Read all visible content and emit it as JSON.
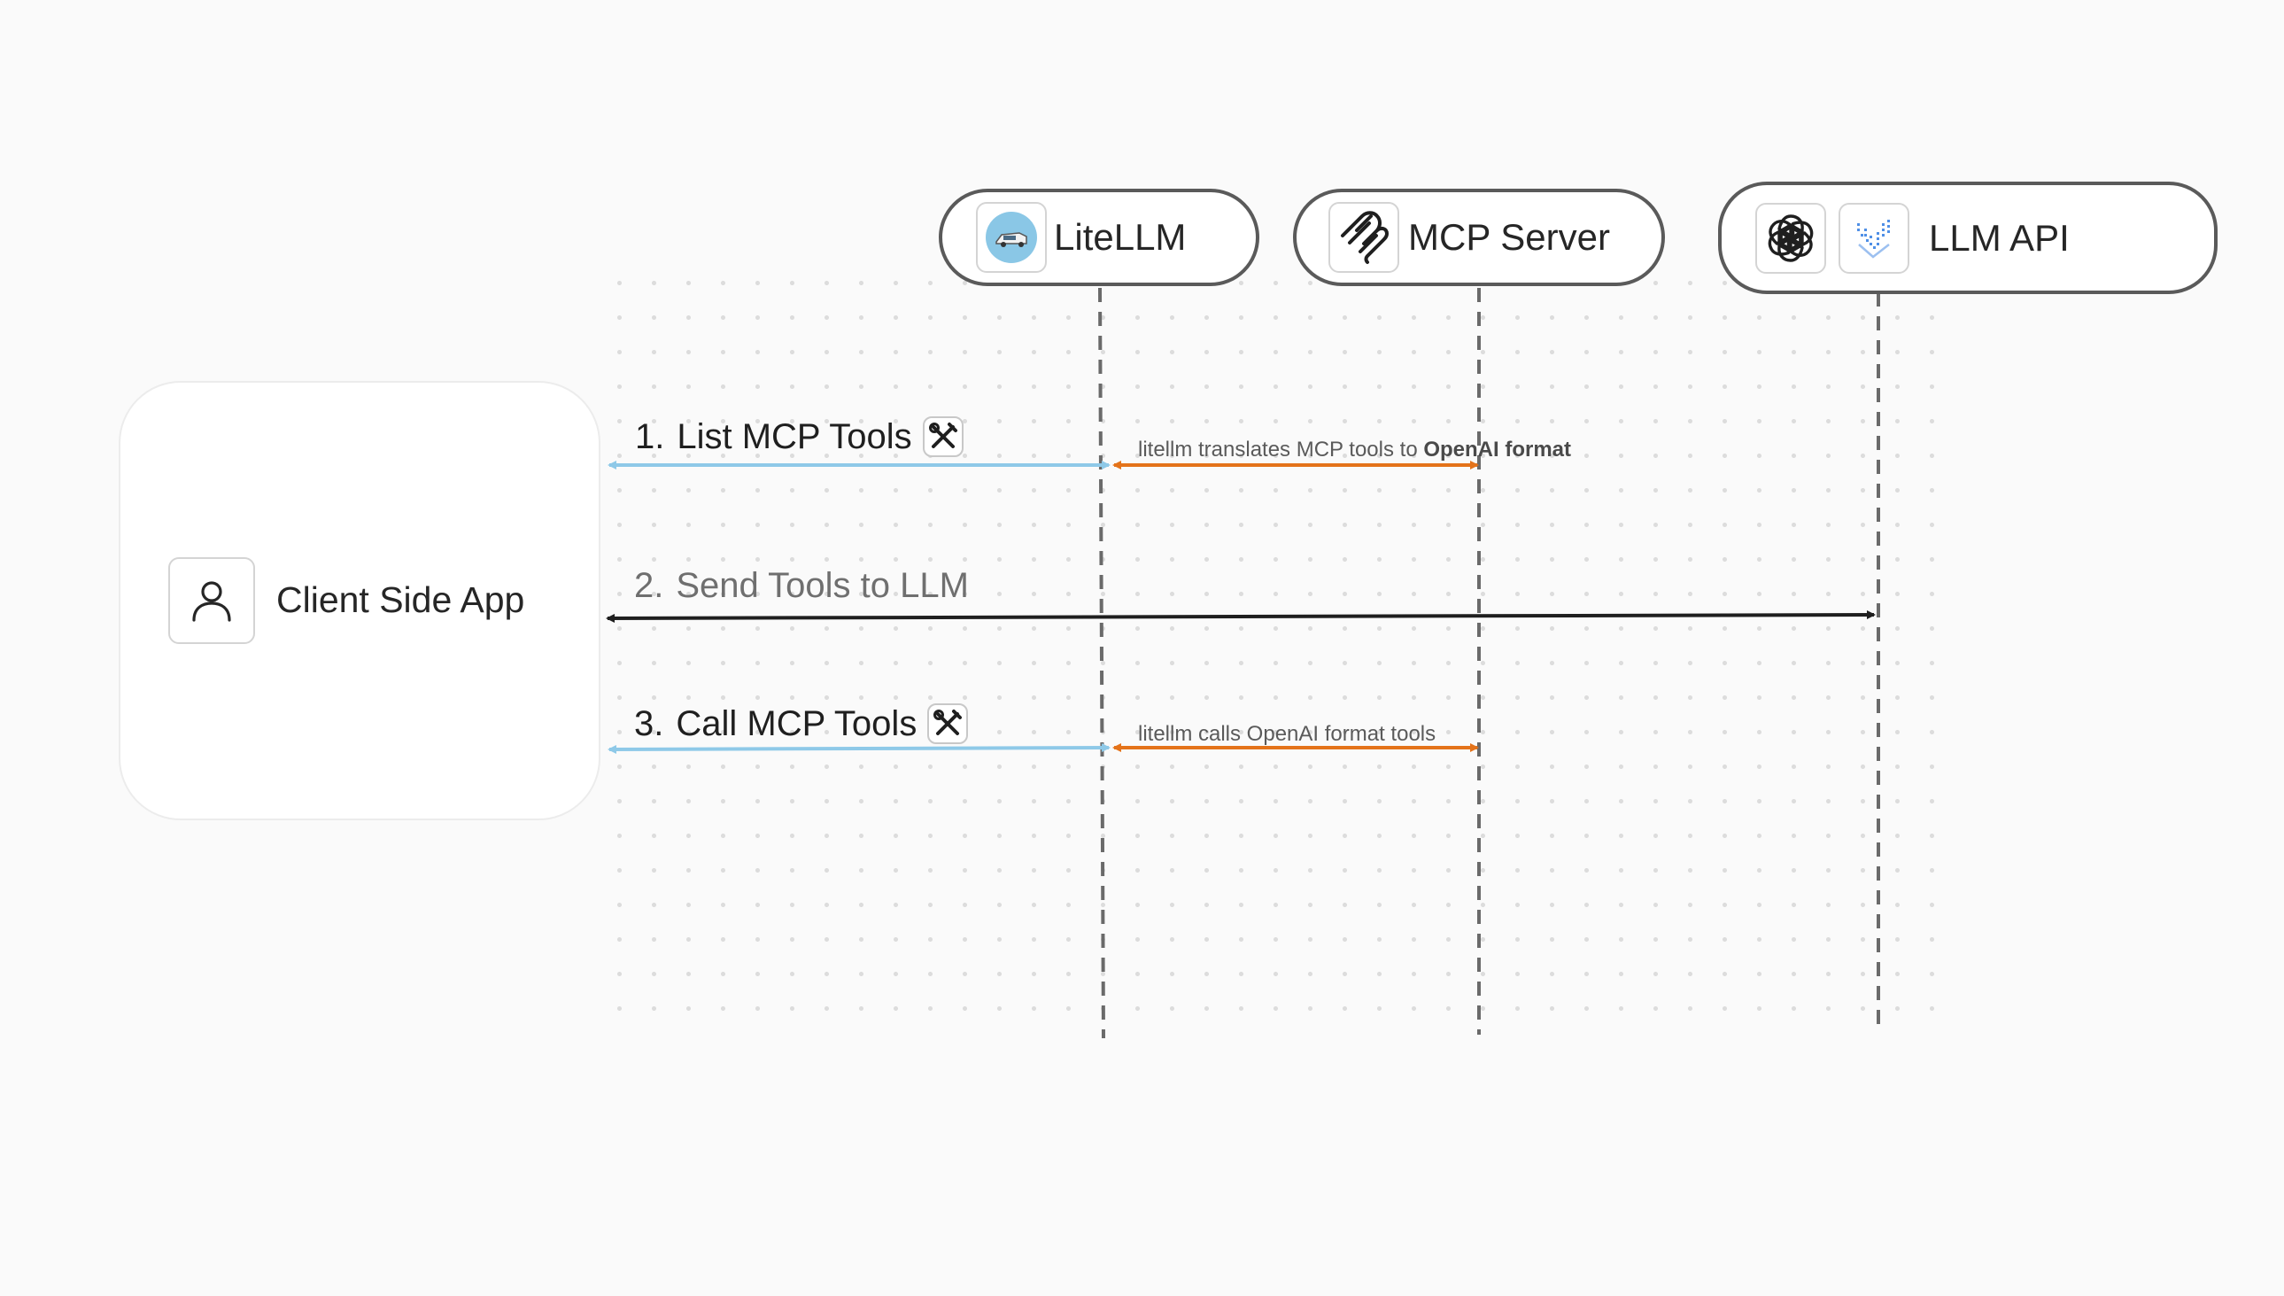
{
  "participants": {
    "client": {
      "label": "Client Side App",
      "icon": "user-icon"
    },
    "litellm": {
      "label": "LiteLLM",
      "icon": "litellm-logo-icon"
    },
    "mcp_server": {
      "label": "MCP Server",
      "icon": "mcp-logo-icon"
    },
    "llm_api": {
      "label": "LLM API",
      "icons": [
        "openai-logo-icon",
        "gemini-logo-icon"
      ]
    }
  },
  "steps": [
    {
      "number": "1.",
      "label": "List MCP Tools",
      "icon": "tools-icon",
      "note": {
        "prefix": "litellm translates MCP tools to ",
        "bold": "OpenAI format"
      }
    },
    {
      "number": "2.",
      "label": "Send Tools to LLM"
    },
    {
      "number": "3.",
      "label": "Call MCP Tools",
      "icon": "tools-icon",
      "note": {
        "text": "litellm calls OpenAI format tools"
      }
    }
  ],
  "colors": {
    "client_arrow": "#8ec9e8",
    "litellm_arrow": "#e4731a",
    "llm_arrow": "#1f1f1f",
    "lifeline": "#6a6a6a",
    "step2_text": "#6f6f6f"
  }
}
